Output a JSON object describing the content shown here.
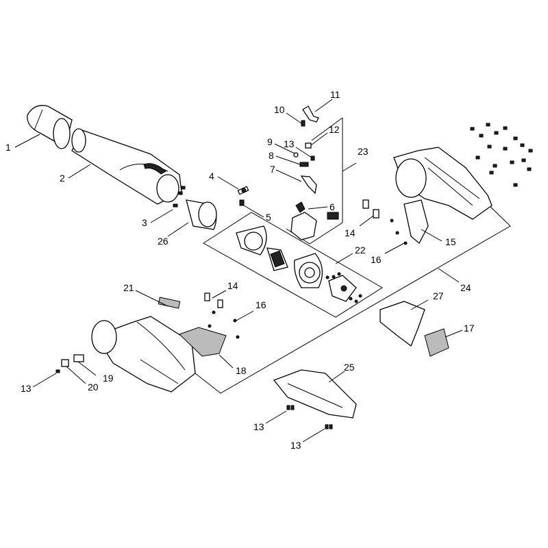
{
  "labels": {
    "p1": "1",
    "p2": "2",
    "p3": "3",
    "p4": "4",
    "p5": "5",
    "p6": "6",
    "p7": "7",
    "p8": "8",
    "p9": "9",
    "p10": "10",
    "p11": "11",
    "p12": "12",
    "p13a": "13",
    "p13b": "13",
    "p13c": "13",
    "p13d": "13",
    "p14a": "14",
    "p14b": "14",
    "p15": "15",
    "p16a": "16",
    "p16b": "16",
    "p17": "17",
    "p18": "18",
    "p19": "19",
    "p20": "20",
    "p21": "21",
    "p22": "22",
    "p23": "23",
    "p24": "24",
    "p25": "25",
    "p26": "26",
    "p27": "27"
  }
}
